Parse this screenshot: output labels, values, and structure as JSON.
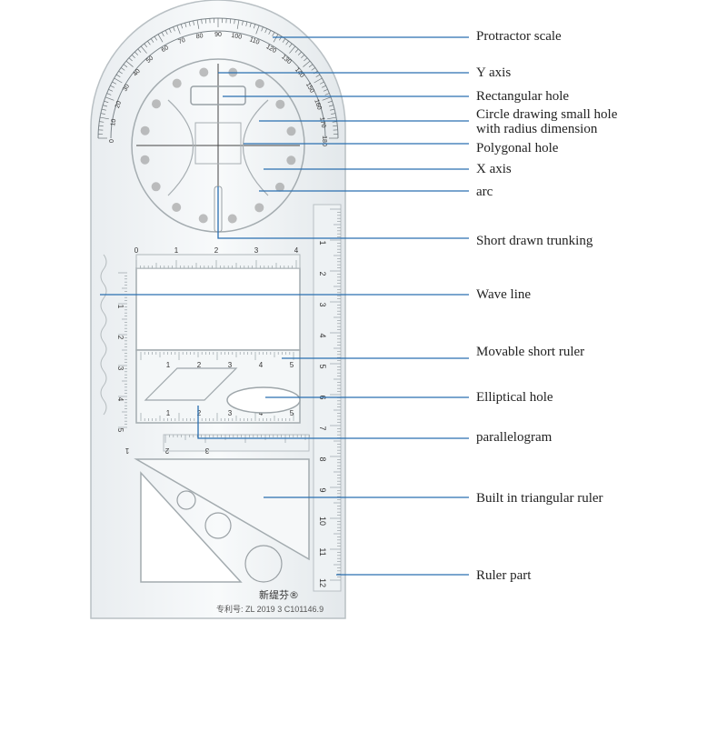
{
  "labels": [
    {
      "id": "protractor-scale",
      "text": "Protractor scale"
    },
    {
      "id": "y-axis",
      "text": "Y axis"
    },
    {
      "id": "rectangular-hole",
      "text": "Rectangular hole"
    },
    {
      "id": "circle-drawing-small-hole",
      "line1": "Circle drawing small hole",
      "line2": "with radius dimension"
    },
    {
      "id": "polygonal-hole",
      "text": "Polygonal hole"
    },
    {
      "id": "x-axis",
      "text": "X axis"
    },
    {
      "id": "arc",
      "text": "arc"
    },
    {
      "id": "short-drawn-trunking",
      "text": "Short drawn trunking"
    },
    {
      "id": "wave-line",
      "text": "Wave line"
    },
    {
      "id": "movable-short-ruler",
      "text": "Movable short ruler"
    },
    {
      "id": "elliptical-hole",
      "text": "Elliptical hole"
    },
    {
      "id": "parallelogram",
      "text": "parallelogram"
    },
    {
      "id": "built-in-triangular-ruler",
      "text": "Built in triangular ruler"
    },
    {
      "id": "ruler-part",
      "text": "Ruler part"
    }
  ],
  "product": {
    "brand": "新缇芬®",
    "patent": "专利号: ZL 2019 3 C101146.9"
  },
  "scales": {
    "right_ruler": [
      "1",
      "2",
      "3",
      "4",
      "5",
      "6",
      "7",
      "8",
      "9",
      "10",
      "11",
      "12"
    ],
    "left_ruler": [
      "1",
      "2",
      "3",
      "4",
      "5"
    ],
    "window_top": [
      "0",
      "1",
      "2",
      "3",
      "4"
    ],
    "short_ruler_top": [
      "1",
      "2",
      "3",
      "4",
      "5"
    ],
    "short_ruler_bottom": [
      "1",
      "2",
      "3",
      "4",
      "5"
    ],
    "lower_scale": [
      "3",
      "2",
      "1"
    ],
    "protractor": [
      "0",
      "10",
      "20",
      "30",
      "40",
      "50",
      "60",
      "70",
      "80",
      "90",
      "100",
      "110",
      "120",
      "130",
      "140",
      "150",
      "160",
      "170",
      "180"
    ]
  },
  "colors": {
    "leader": "#2a6fb0",
    "ruler_stroke": "#9aa3a8",
    "ruler_fill": "#f2f5f7",
    "hole": "#8c8c8c"
  }
}
